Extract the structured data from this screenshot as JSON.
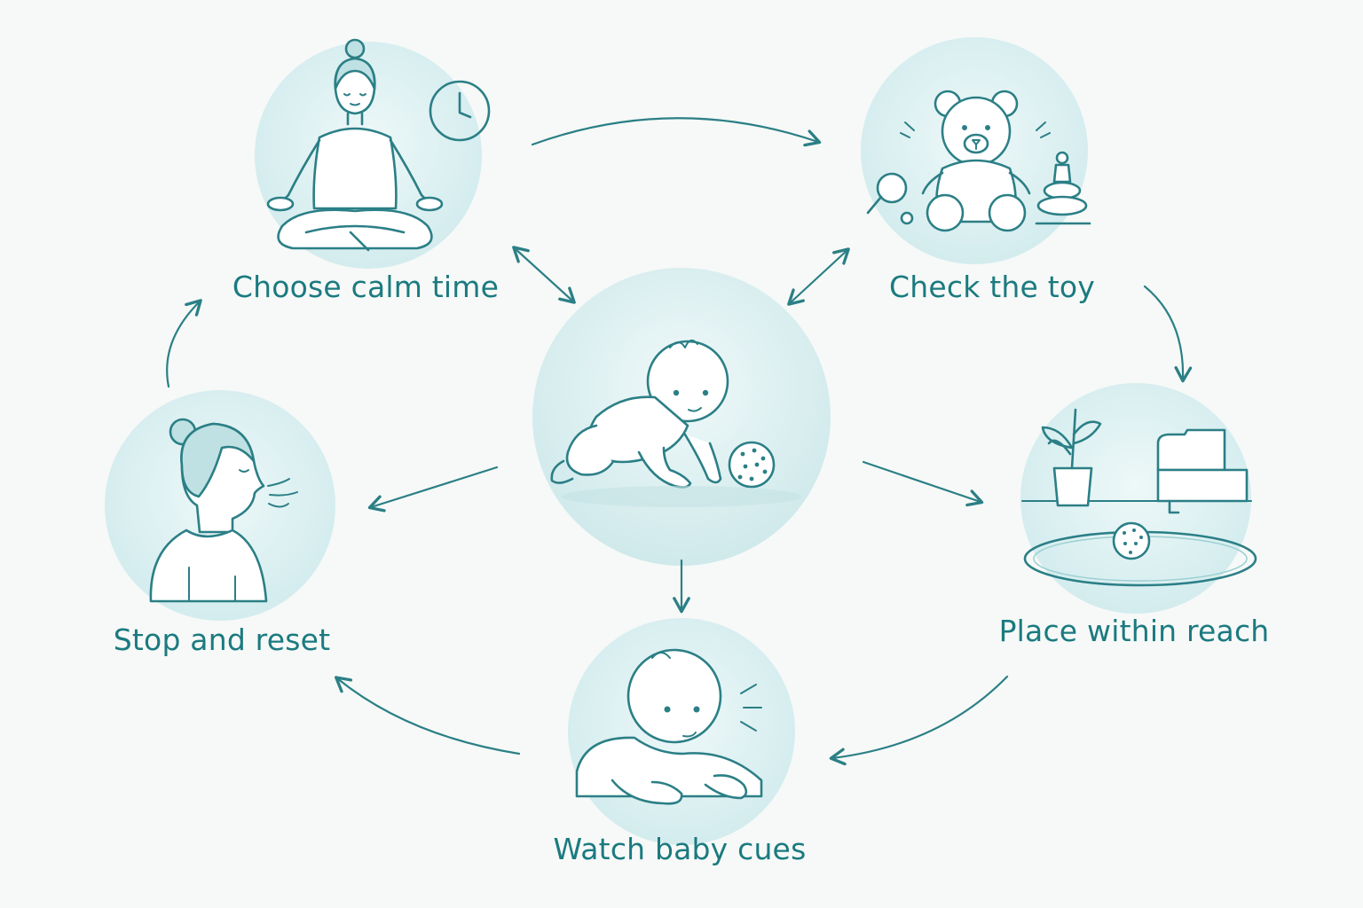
{
  "steps": [
    {
      "id": "calm",
      "label": "Choose calm time",
      "icon": "meditating-woman-clock-icon"
    },
    {
      "id": "toy",
      "label": "Check the toy",
      "icon": "teddy-bear-toys-icon"
    },
    {
      "id": "place",
      "label": "Place within reach",
      "icon": "ball-on-rug-room-icon"
    },
    {
      "id": "watch",
      "label": "Watch baby cues",
      "icon": "baby-face-icon"
    },
    {
      "id": "reset",
      "label": "Stop and reset",
      "icon": "exhaling-woman-icon"
    }
  ],
  "center": {
    "icon": "crawling-baby-ball-icon"
  },
  "colors": {
    "accent": "#2b7f86",
    "circle": "#dff1f1",
    "background": "#f6f9f7",
    "label": "#1b7a80"
  }
}
